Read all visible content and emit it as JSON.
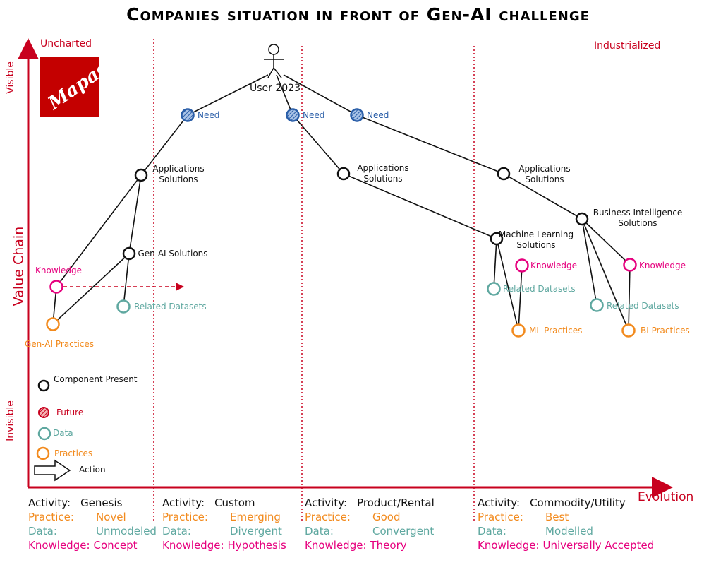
{
  "title": "Companies situation in front of Gen-AI challenge",
  "logo": "Mapas",
  "axes": {
    "y_label": "Value Chain",
    "y_top": "Visible",
    "y_bottom": "Invisible",
    "x_label": "Evolution",
    "left_region": "Uncharted",
    "right_region": "Industrialized"
  },
  "colors": {
    "axis": "#c8001e",
    "need": "#2a5ea8",
    "knowledge": "#e6007e",
    "data": "#5fa8a0",
    "practices": "#f28a1d",
    "component": "#111111"
  },
  "nodes": [
    {
      "id": "user",
      "type": "user",
      "label": "User 2023"
    },
    {
      "id": "need1",
      "type": "need",
      "label": "Need"
    },
    {
      "id": "need2",
      "type": "need",
      "label": "Need"
    },
    {
      "id": "need3",
      "type": "need",
      "label": "Need"
    },
    {
      "id": "app1",
      "type": "component",
      "label": "Applications Solutions"
    },
    {
      "id": "genai",
      "type": "component",
      "label": "Gen-AI Solutions"
    },
    {
      "id": "know1",
      "type": "knowledge",
      "label": "Knowledge"
    },
    {
      "id": "rel1",
      "type": "data",
      "label": "Related Datasets"
    },
    {
      "id": "prac1",
      "type": "practices",
      "label": "Gen-AI Practices"
    },
    {
      "id": "app2",
      "type": "component",
      "label": "Applications Solutions"
    },
    {
      "id": "app3",
      "type": "component",
      "label": "Applications Solutions"
    },
    {
      "id": "bi",
      "type": "component",
      "label": "Business Intelligence Solutions"
    },
    {
      "id": "ml",
      "type": "component",
      "label": "Machine Learning Solutions"
    },
    {
      "id": "know2",
      "type": "knowledge",
      "label": "Knowledge"
    },
    {
      "id": "rel2",
      "type": "data",
      "label": "Related Datasets"
    },
    {
      "id": "mlprac",
      "type": "practices",
      "label": "ML-Practices"
    },
    {
      "id": "know3",
      "type": "knowledge",
      "label": "Knowledge"
    },
    {
      "id": "rel3",
      "type": "data",
      "label": "Related Datasets"
    },
    {
      "id": "biprac",
      "type": "practices",
      "label": "BI Practices"
    }
  ],
  "edges": [
    [
      "user",
      "need1"
    ],
    [
      "need1",
      "app1"
    ],
    [
      "app1",
      "know1"
    ],
    [
      "app1",
      "genai"
    ],
    [
      "genai",
      "prac1"
    ],
    [
      "genai",
      "rel1"
    ],
    [
      "know1",
      "prac1"
    ],
    [
      "user",
      "need2"
    ],
    [
      "need2",
      "app2"
    ],
    [
      "app2",
      "ml"
    ],
    [
      "user",
      "need3"
    ],
    [
      "need3",
      "app3"
    ],
    [
      "app3",
      "bi"
    ],
    [
      "bi",
      "rel3"
    ],
    [
      "bi",
      "know3"
    ],
    [
      "bi",
      "biprac"
    ],
    [
      "know3",
      "biprac"
    ],
    [
      "ml",
      "rel2"
    ],
    [
      "ml",
      "mlprac"
    ],
    [
      "know2",
      "mlprac"
    ]
  ],
  "actions": [
    {
      "from": "know1",
      "direction": "evolve"
    }
  ],
  "legend": [
    {
      "type": "component",
      "label": "Component Present"
    },
    {
      "type": "future",
      "label": "Future"
    },
    {
      "type": "data",
      "label": "Data"
    },
    {
      "type": "practices",
      "label": "Practices"
    },
    {
      "type": "action",
      "label": "Action"
    }
  ],
  "stages": [
    {
      "activity": "Genesis",
      "practice": "Novel",
      "data": "Unmodeled",
      "knowledge": "Concept"
    },
    {
      "activity": "Custom",
      "practice": "Emerging",
      "data": "Divergent",
      "knowledge": "Hypothesis"
    },
    {
      "activity": "Product/Rental",
      "practice": "Good",
      "data": "Convergent",
      "knowledge": "Theory"
    },
    {
      "activity": "Commodity/Utility",
      "practice": "Best",
      "data": "Modelled",
      "knowledge": "Universally Accepted"
    }
  ],
  "stage_keys": {
    "activity": "Activity:",
    "practice": "Practice:",
    "data": "Data:",
    "knowledge": "Knowledge:"
  }
}
